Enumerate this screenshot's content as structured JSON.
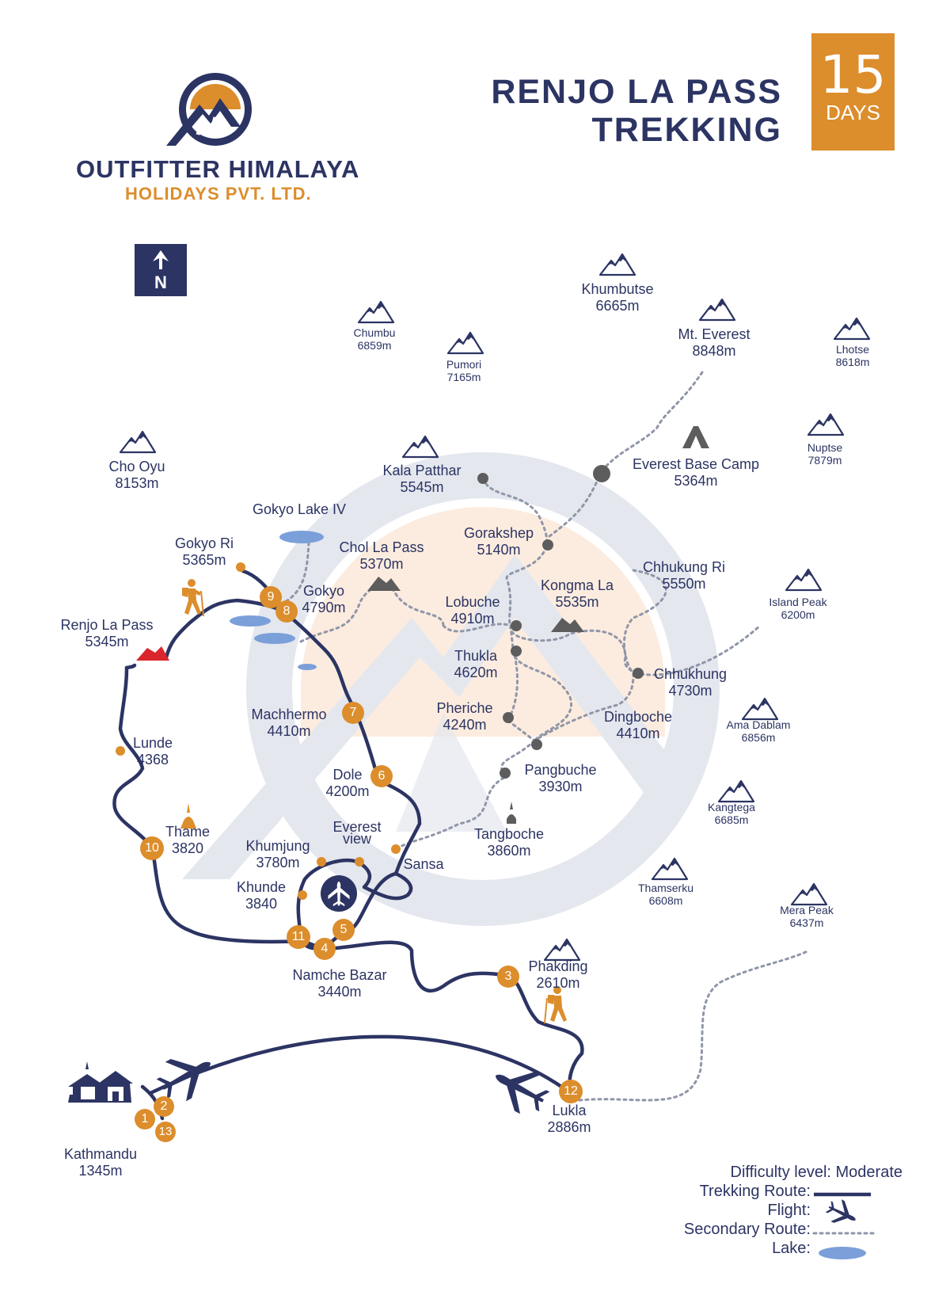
{
  "brand": {
    "name": "OUTFITTER HIMALAYA",
    "sub": "HOLIDAYS PVT. LTD."
  },
  "title": {
    "line1": "RENJO LA PASS",
    "line2": "TREKKING"
  },
  "duration": {
    "number": "15",
    "unit": "DAYS"
  },
  "north": {
    "label": "N"
  },
  "peaks": [
    {
      "name": "Khumbutse",
      "alt": "6665m"
    },
    {
      "name": "Chumbu",
      "alt": "6859m"
    },
    {
      "name": "Pumori",
      "alt": "7165m"
    },
    {
      "name": "Mt. Everest",
      "alt": "8848m"
    },
    {
      "name": "Lhotse",
      "alt": "8618m"
    },
    {
      "name": "Cho Oyu",
      "alt": "8153m"
    },
    {
      "name": "Kala Patthar",
      "alt": "5545m"
    },
    {
      "name": "Nuptse",
      "alt": "7879m"
    },
    {
      "name": "Island Peak",
      "alt": "6200m"
    },
    {
      "name": "Ama Dablam",
      "alt": "6856m"
    },
    {
      "name": "Kangtega",
      "alt": "6685m"
    },
    {
      "name": "Thamserku",
      "alt": "6608m"
    },
    {
      "name": "Mera Peak",
      "alt": "6437m"
    },
    {
      "name": "Phakding",
      "alt": "2610m"
    }
  ],
  "places": [
    {
      "name": "Everest Base Camp",
      "alt": "5364m"
    },
    {
      "name": "Gokyo Lake IV",
      "alt": ""
    },
    {
      "name": "Gokyo Ri",
      "alt": "5365m"
    },
    {
      "name": "Chol La Pass",
      "alt": "5370m"
    },
    {
      "name": "Gorakshep",
      "alt": "5140m"
    },
    {
      "name": "Gokyo",
      "alt": "4790m"
    },
    {
      "name": "Kongma La",
      "alt": "5535m"
    },
    {
      "name": "Chhukung Ri",
      "alt": "5550m"
    },
    {
      "name": "Renjo La Pass",
      "alt": "5345m"
    },
    {
      "name": "Lobuche",
      "alt": "4910m"
    },
    {
      "name": "Thukla",
      "alt": "4620m"
    },
    {
      "name": "Chhukhung",
      "alt": "4730m"
    },
    {
      "name": "Machhermo",
      "alt": "4410m"
    },
    {
      "name": "Pheriche",
      "alt": "4240m"
    },
    {
      "name": "Dingboche",
      "alt": "4410m"
    },
    {
      "name": "Lunde",
      "alt": "4368"
    },
    {
      "name": "Pangbuche",
      "alt": "3930m"
    },
    {
      "name": "Dole",
      "alt": "4200m"
    },
    {
      "name": "Thame",
      "alt": "3820"
    },
    {
      "name": "Everest",
      "alt": "view"
    },
    {
      "name": "Tangboche",
      "alt": "3860m"
    },
    {
      "name": "Khumjung",
      "alt": "3780m"
    },
    {
      "name": "Sansa",
      "alt": ""
    },
    {
      "name": "Khunde",
      "alt": "3840"
    },
    {
      "name": "Namche Bazar",
      "alt": "3440m"
    },
    {
      "name": "Lukla",
      "alt": "2886m"
    },
    {
      "name": "Kathmandu",
      "alt": "1345m"
    }
  ],
  "stops": [
    "1",
    "2",
    "3",
    "4",
    "5",
    "6",
    "7",
    "8",
    "9",
    "10",
    "11",
    "12",
    "13"
  ],
  "legend": {
    "difficulty": "Difficulty level: Moderate",
    "trekking": "Trekking Route:",
    "flight": "Flight:",
    "secondary": "Secondary Route:",
    "lake": "Lake:"
  },
  "colors": {
    "navy": "#2c3463",
    "orange": "#dc8d2c",
    "grey": "#5d5d5d",
    "lake": "#7b9fd9",
    "pass": "#d9262c",
    "watermark": "#e4e7ee",
    "peach": "#fcecdf"
  }
}
